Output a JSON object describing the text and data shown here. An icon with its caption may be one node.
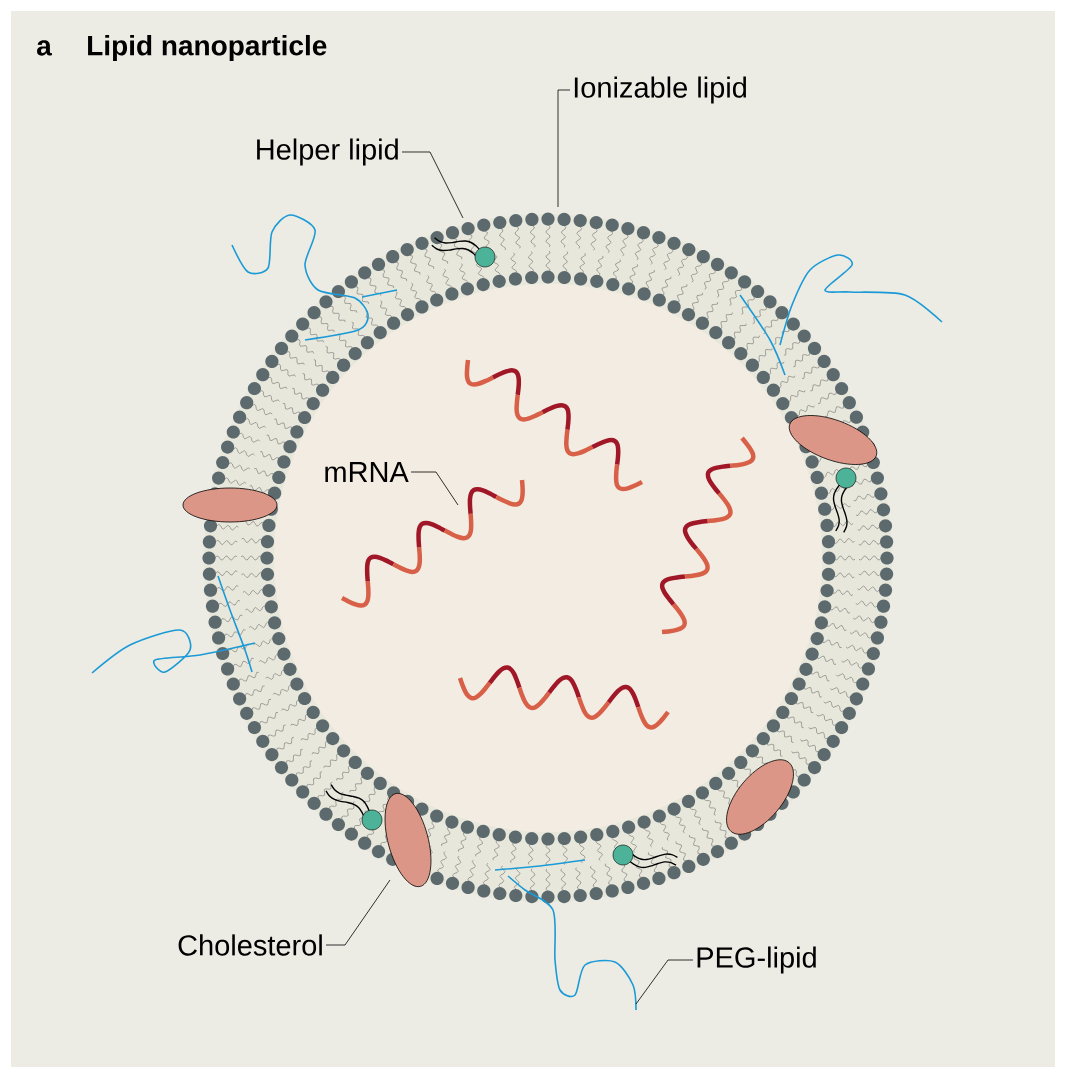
{
  "diagram": {
    "title": "Lipid nanoparticle",
    "nodes": [
      {
        "text": [
          "Ionizable lipid"
        ]
      },
      {
        "text": [
          "Helper lipid"
        ]
      },
      {
        "text": [
          "mRNA"
        ]
      },
      {
        "text": [
          "Cholesterol"
        ]
      },
      {
        "text": [
          "PEG-lipid"
        ]
      }
    ],
    "edges": [
      {
        "from": 0,
        "to": null,
        "arrow": "none"
      },
      {
        "from": 1,
        "to": null,
        "arrow": "none"
      },
      {
        "from": 2,
        "to": null,
        "arrow": "none"
      },
      {
        "from": 3,
        "to": null,
        "arrow": "none"
      },
      {
        "from": 4,
        "to": null,
        "arrow": "none"
      }
    ],
    "labels": [
      "a"
    ]
  }
}
